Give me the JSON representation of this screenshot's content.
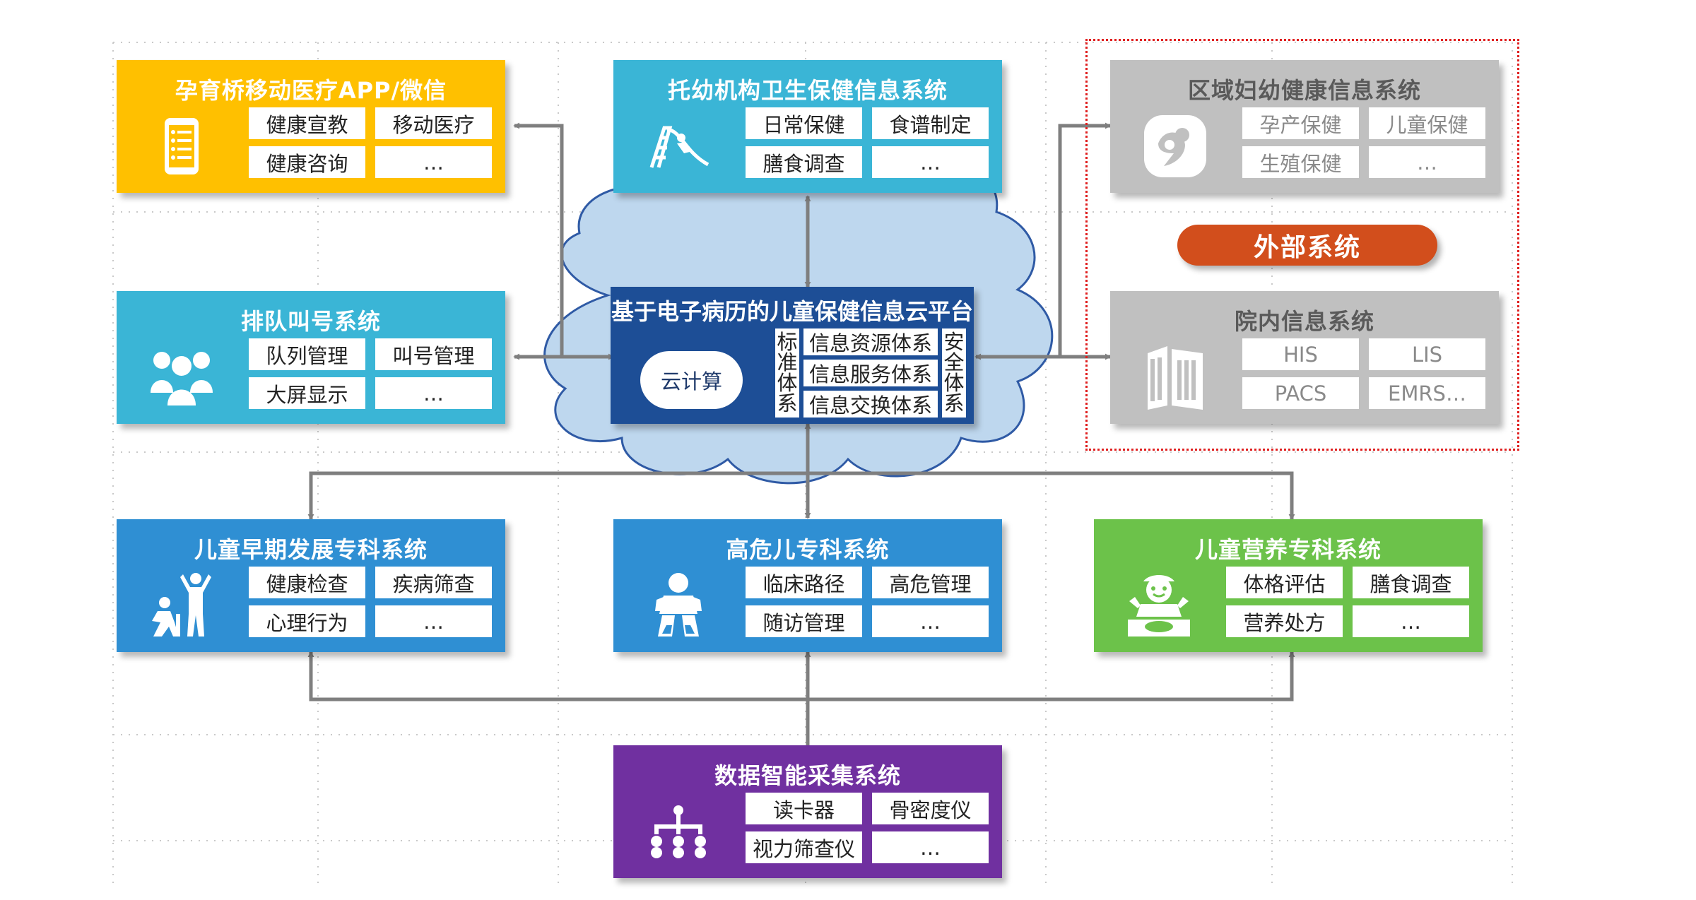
{
  "platform": {
    "title": "基于电子病历的儿童保健信息云平台",
    "cloud_label": "云计算",
    "left_vertical": "标准体系",
    "right_vertical": "安全体系",
    "systems": [
      "信息资源体系",
      "信息服务体系",
      "信息交换体系"
    ]
  },
  "external_label": "外部系统",
  "boxes": [
    {
      "id": "app",
      "title": "孕育桥移动医疗APP/微信",
      "items": [
        "健康宣教",
        "移动医疗",
        "健康咨询",
        "…"
      ],
      "color": "#ffc000",
      "icon": "phone-checklist-icon"
    },
    {
      "id": "nursery",
      "title": "托幼机构卫生保健信息系统",
      "items": [
        "日常保健",
        "食谱制定",
        "膳食调查",
        "…"
      ],
      "color": "#3ab5d6",
      "icon": "slide-icon"
    },
    {
      "id": "regional",
      "title": "区域妇幼健康信息系统",
      "items": [
        "孕产保健",
        "儿童保健",
        "生殖保健",
        "…"
      ],
      "color": "#c0c0c0",
      "icon": "mother-child-icon"
    },
    {
      "id": "queue",
      "title": "排队叫号系统",
      "items": [
        "队列管理",
        "叫号管理",
        "大屏显示",
        "…"
      ],
      "color": "#3ab5d6",
      "icon": "people-group-icon"
    },
    {
      "id": "hospital",
      "title": "院内信息系统",
      "items": [
        "HIS",
        "LIS",
        "PACS",
        "EMRS…"
      ],
      "color": "#c0c0c0",
      "icon": "server-icon"
    },
    {
      "id": "early",
      "title": "儿童早期发展专科系统",
      "items": [
        "健康检查",
        "疾病筛查",
        "心理行为",
        "…"
      ],
      "color": "#2f8fd3",
      "icon": "child-development-icon"
    },
    {
      "id": "highrisk",
      "title": "高危儿专科系统",
      "items": [
        "临床路径",
        "高危管理",
        "随访管理",
        "…"
      ],
      "color": "#2f8fd3",
      "icon": "baby-icon"
    },
    {
      "id": "nutrition",
      "title": "儿童营养专科系统",
      "items": [
        "体格评估",
        "膳食调查",
        "营养处方",
        "…"
      ],
      "color": "#6cc24a",
      "icon": "child-eating-icon"
    },
    {
      "id": "data",
      "title": "数据智能采集系统",
      "items": [
        "读卡器",
        "骨密度仪",
        "视力筛查仪",
        "…"
      ],
      "color": "#7030a0",
      "icon": "hierarchy-icon"
    }
  ]
}
